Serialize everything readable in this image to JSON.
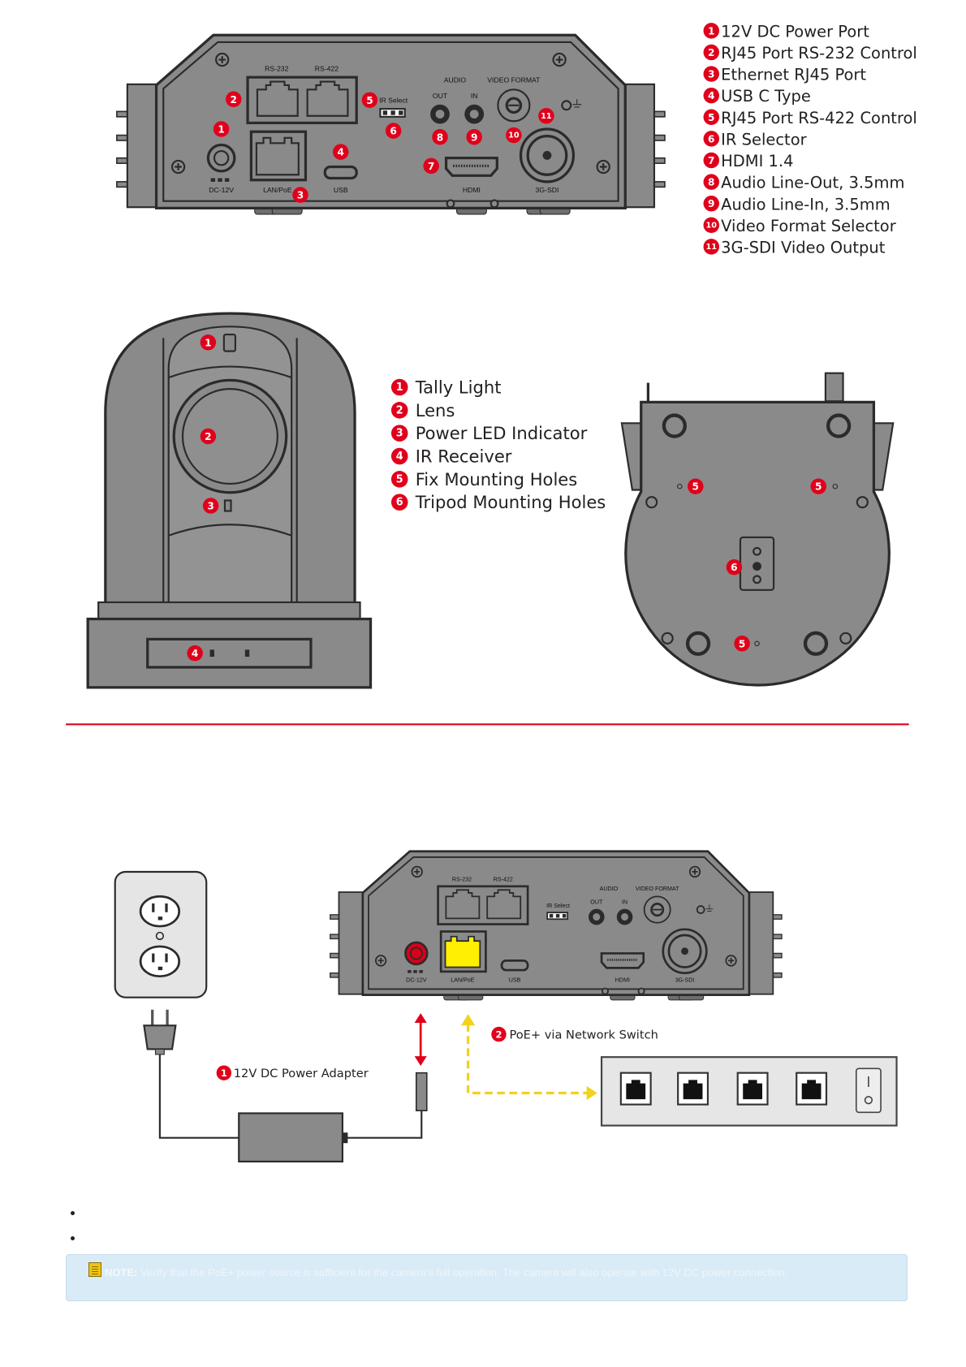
{
  "back_panel": {
    "labels": {
      "rs232": "RS-232",
      "rs422": "RS-422",
      "dc": "DC-12V",
      "lan": "LAN/PoE",
      "usb": "USB",
      "ir_select": "IR Select",
      "audio": "AUDIO",
      "out": "OUT",
      "in": "IN",
      "video_format": "VIDEO FORMAT",
      "hdmi": "HDMI",
      "sdi": "3G-SDI"
    },
    "badges": [
      "1",
      "2",
      "3",
      "4",
      "5",
      "6",
      "7",
      "8",
      "9",
      "10",
      "11"
    ],
    "legend": [
      {
        "num": "1",
        "label": "12V DC Power Port"
      },
      {
        "num": "2",
        "label": "RJ45 Port RS-232 Control"
      },
      {
        "num": "3",
        "label": "Ethernet RJ45 Port"
      },
      {
        "num": "4",
        "label": "USB C Type"
      },
      {
        "num": "5",
        "label": "RJ45 Port RS-422 Control"
      },
      {
        "num": "6",
        "label": "IR Selector"
      },
      {
        "num": "7",
        "label": "HDMI 1.4"
      },
      {
        "num": "8",
        "label": "Audio Line-Out, 3.5mm"
      },
      {
        "num": "9",
        "label": "Audio Line-In, 3.5mm"
      },
      {
        "num": "10",
        "label": "Video Format Selector"
      },
      {
        "num": "11",
        "label": "3G-SDI Video Output"
      }
    ]
  },
  "camera": {
    "front_badges": [
      "1",
      "2",
      "3",
      "4"
    ],
    "bottom_badges": [
      "5",
      "5",
      "5",
      "6"
    ],
    "legend": [
      {
        "num": "1",
        "label": "Tally Light"
      },
      {
        "num": "2",
        "label": "Lens"
      },
      {
        "num": "3",
        "label": "Power LED Indicator"
      },
      {
        "num": "4",
        "label": "IR Receiver"
      },
      {
        "num": "5",
        "label": "Fix Mounting Holes"
      },
      {
        "num": "6",
        "label": "Tripod Mounting Holes"
      }
    ]
  },
  "connection": {
    "power": {
      "num": "1",
      "label": "12V DC Power Adapter"
    },
    "poe": {
      "num": "2",
      "label": "PoE+ via Network Switch"
    }
  },
  "note": {
    "label": "NOTE:",
    "text": "Verify that the PoE+ power source is sufficient for the camera's full operation. The camera will also operate with 12V DC power connection."
  },
  "colors": {
    "badge": "#e0001b",
    "divider": "#e0001b",
    "device": "#8a8a8a",
    "outline": "#2b2b2b",
    "lan_highlight": "#ffef00",
    "dc_highlight": "#d8001a",
    "poe_arrow": "#f2d21b",
    "note_bg": "#d9ebf6"
  }
}
